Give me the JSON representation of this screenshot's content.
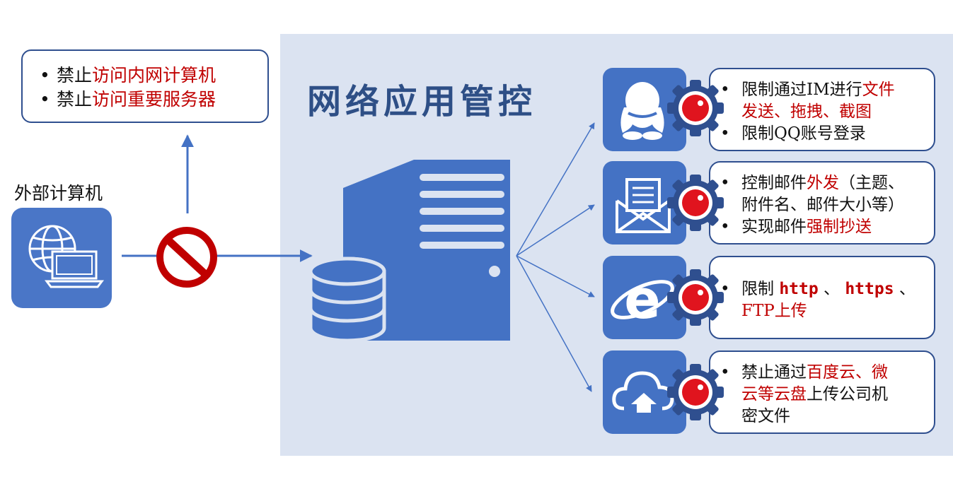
{
  "title": "网络应用管控",
  "external": {
    "label": "外部计算机",
    "icon": "globe-laptop-icon"
  },
  "blocked": {
    "icon": "prohibited-icon",
    "items": [
      {
        "bullet": "•",
        "prefix": "禁止",
        "highlight": "访问内网计算机"
      },
      {
        "bullet": "•",
        "prefix": "禁止",
        "highlight": "访问重要服务器"
      }
    ]
  },
  "server_icon": "server-database-icon",
  "controls": [
    {
      "icon": "qq-penguin-icon",
      "lines": [
        {
          "bullet": "•",
          "parts": [
            {
              "t": "限制通过IM进行"
            },
            {
              "t": "文件",
              "red": true
            }
          ]
        },
        {
          "cont": true,
          "parts": [
            {
              "t": "发送、拖拽、截图",
              "red": true
            }
          ]
        },
        {
          "bullet": "•",
          "parts": [
            {
              "t": "限制QQ账号登录"
            }
          ]
        }
      ]
    },
    {
      "icon": "mail-icon",
      "lines": [
        {
          "bullet": "•",
          "parts": [
            {
              "t": "控制邮件"
            },
            {
              "t": "外发",
              "red": true
            },
            {
              "t": "（主题、"
            }
          ]
        },
        {
          "cont": true,
          "parts": [
            {
              "t": "附件名、邮件大小等）"
            }
          ]
        },
        {
          "bullet": "•",
          "parts": [
            {
              "t": "实现邮件"
            },
            {
              "t": "强制抄送",
              "red": true
            }
          ]
        }
      ]
    },
    {
      "icon": "ie-browser-icon",
      "lines": [
        {
          "bullet": "•",
          "parts": [
            {
              "t": "限制"
            },
            {
              "t": "http",
              "red": true,
              "mono": true
            },
            {
              "t": "、"
            },
            {
              "t": "https",
              "red": true,
              "mono": true
            },
            {
              "t": "、"
            }
          ]
        },
        {
          "cont": true,
          "parts": [
            {
              "t": "FTP上传",
              "red": true
            }
          ]
        }
      ]
    },
    {
      "icon": "cloud-upload-icon",
      "lines": [
        {
          "bullet": "•",
          "parts": [
            {
              "t": "禁止通过"
            },
            {
              "t": "百度云、微",
              "red": true
            }
          ]
        },
        {
          "cont": true,
          "parts": [
            {
              "t": "云等云盘",
              "red": true
            },
            {
              "t": "上传公司机"
            }
          ]
        },
        {
          "cont": true,
          "parts": [
            {
              "t": "密文件"
            }
          ]
        }
      ]
    }
  ],
  "colors": {
    "accent": "#4472c4",
    "panel": "#dbe3f1",
    "border": "#2f4f8f",
    "highlight": "#c00000"
  }
}
